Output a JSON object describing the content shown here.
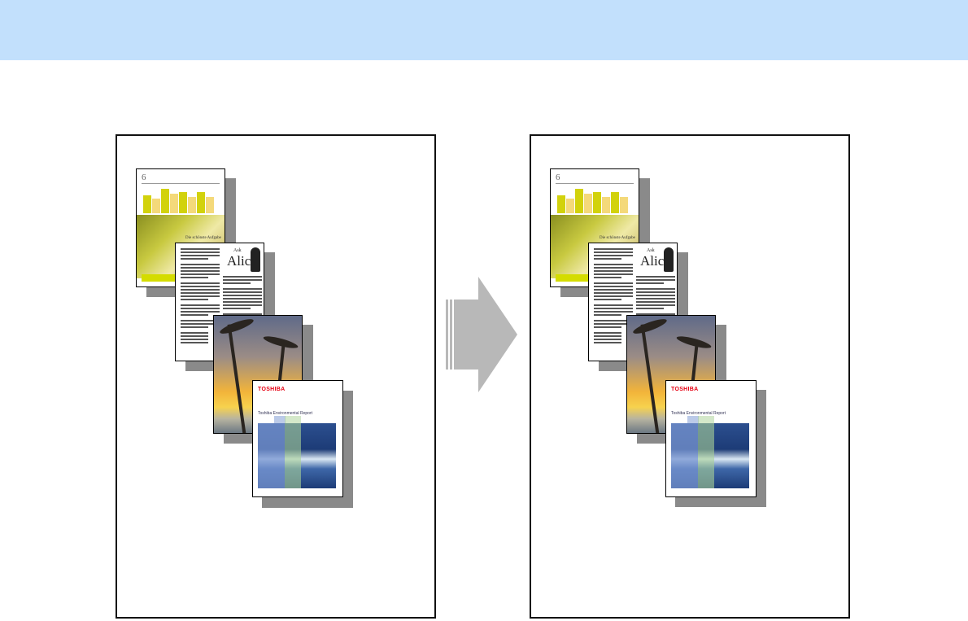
{
  "panels": [
    {
      "page1": {
        "number": "6",
        "caption": "Die schönste Aufgabe"
      },
      "page2": {
        "small_title": "Ask",
        "title": "Alice"
      },
      "page4": {
        "logo": "TOSHIBA",
        "report_title": "Toshiba Environmental Report"
      }
    },
    {
      "page1": {
        "number": "6",
        "caption": "Die schönste Aufgabe"
      },
      "page2": {
        "small_title": "Ask",
        "title": "Alice"
      },
      "page4": {
        "logo": "TOSHIBA",
        "report_title": "Toshiba Environmental Report"
      }
    }
  ],
  "colors": {
    "header_band": "#c2e0fc",
    "arrow": "#b8b8b8",
    "shadow": "#8a8a8a",
    "brand_red": "#e60012",
    "accent_yellow": "#d4dc00"
  },
  "arrow_icon": "right-arrow-icon"
}
